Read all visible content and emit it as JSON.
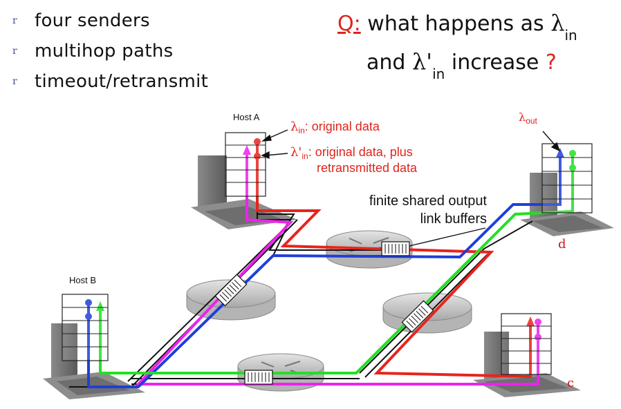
{
  "bullets": [
    "four senders",
    "multihop paths",
    "timeout/retransmit"
  ],
  "bullet_glyph": "r",
  "question": {
    "q_label": "Q:",
    "line1_text": "what happens as",
    "lambda": "λ",
    "lambda_prime": "λ'",
    "sub_in": "in",
    "line2_pre": "and",
    "line2_post": "increase",
    "qmark": "?"
  },
  "labels": {
    "host_a": "Host A",
    "host_b": "Host B",
    "node_d": "d",
    "node_c": "c",
    "lambda_in_desc": ": original data",
    "lambda_in_prime_desc_1": ": original data, plus",
    "lambda_in_prime_desc_2": "retransmitted data",
    "lambda_out_sub": "out",
    "buffers_1": "finite shared output",
    "buffers_2": "link buffers"
  },
  "colors": {
    "red": "#e8231d",
    "blue": "#1f3fd8",
    "green": "#22e022",
    "magenta": "#ee22ee",
    "black": "#111111",
    "router": "#c9c9c9"
  }
}
